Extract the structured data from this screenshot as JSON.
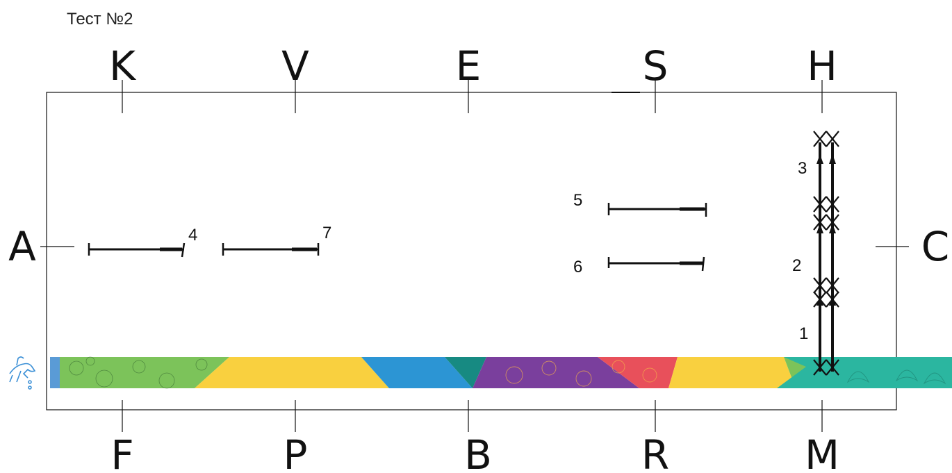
{
  "title": "Тест №2",
  "letters": {
    "top": [
      "K",
      "V",
      "E",
      "S",
      "H"
    ],
    "bottom": [
      "F",
      "P",
      "B",
      "R",
      "M"
    ],
    "left": "A",
    "right": "C"
  },
  "exercise_numbers": [
    "1",
    "2",
    "3",
    "4",
    "5",
    "6",
    "7"
  ],
  "logo_icon": "equestrian-rider-icon",
  "colors": {
    "stripe_green": "#7cc35a",
    "stripe_yellow": "#f9d03f",
    "stripe_blue": "#2c95d4",
    "stripe_teal": "#178a82",
    "stripe_purple": "#7a3f9d",
    "stripe_red": "#e8505b",
    "stripe_teal2": "#2bb6a0",
    "stripe_leftcap": "#5a9bd6",
    "logo": "#3a8fd6",
    "lines": "#111111"
  }
}
